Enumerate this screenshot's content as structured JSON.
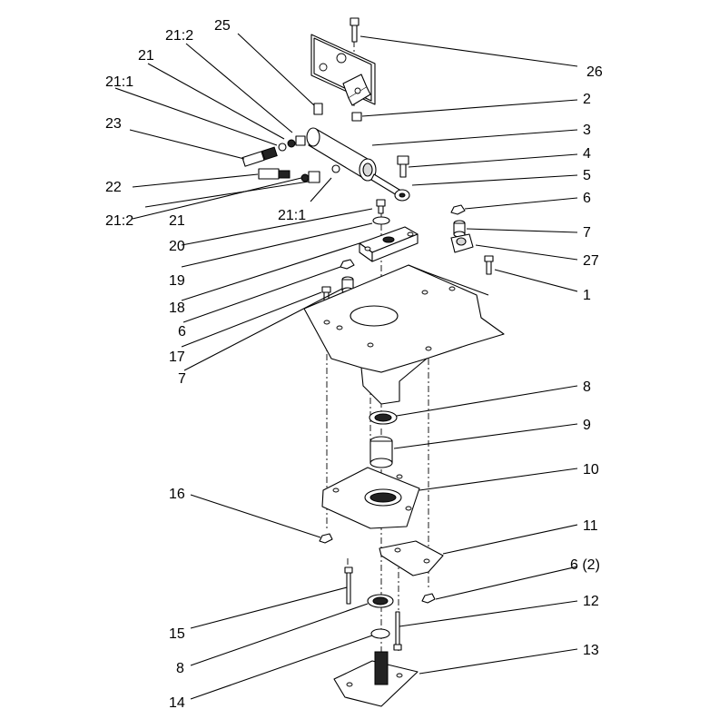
{
  "callouts": {
    "c26": "26",
    "c2": "2",
    "c3": "3",
    "c4": "4",
    "c5": "5",
    "c6a": "6",
    "c7a": "7",
    "c27": "27",
    "c1": "1",
    "c25": "25",
    "c21_2a": "21:2",
    "c21a": "21",
    "c21_1a": "21:1",
    "c23": "23",
    "c22": "22",
    "c21_2b": "21:2",
    "c21b": "21",
    "c21_1b": "21:1",
    "c20": "20",
    "c19": "19",
    "c18": "18",
    "c6b": "6",
    "c17": "17",
    "c7b": "7",
    "c8a": "8",
    "c9": "9",
    "c10": "10",
    "c11": "11",
    "c16": "16",
    "c6_2": "6 (2)",
    "c12": "12",
    "c13": "13",
    "c15": "15",
    "c8b": "8",
    "c14": "14"
  }
}
